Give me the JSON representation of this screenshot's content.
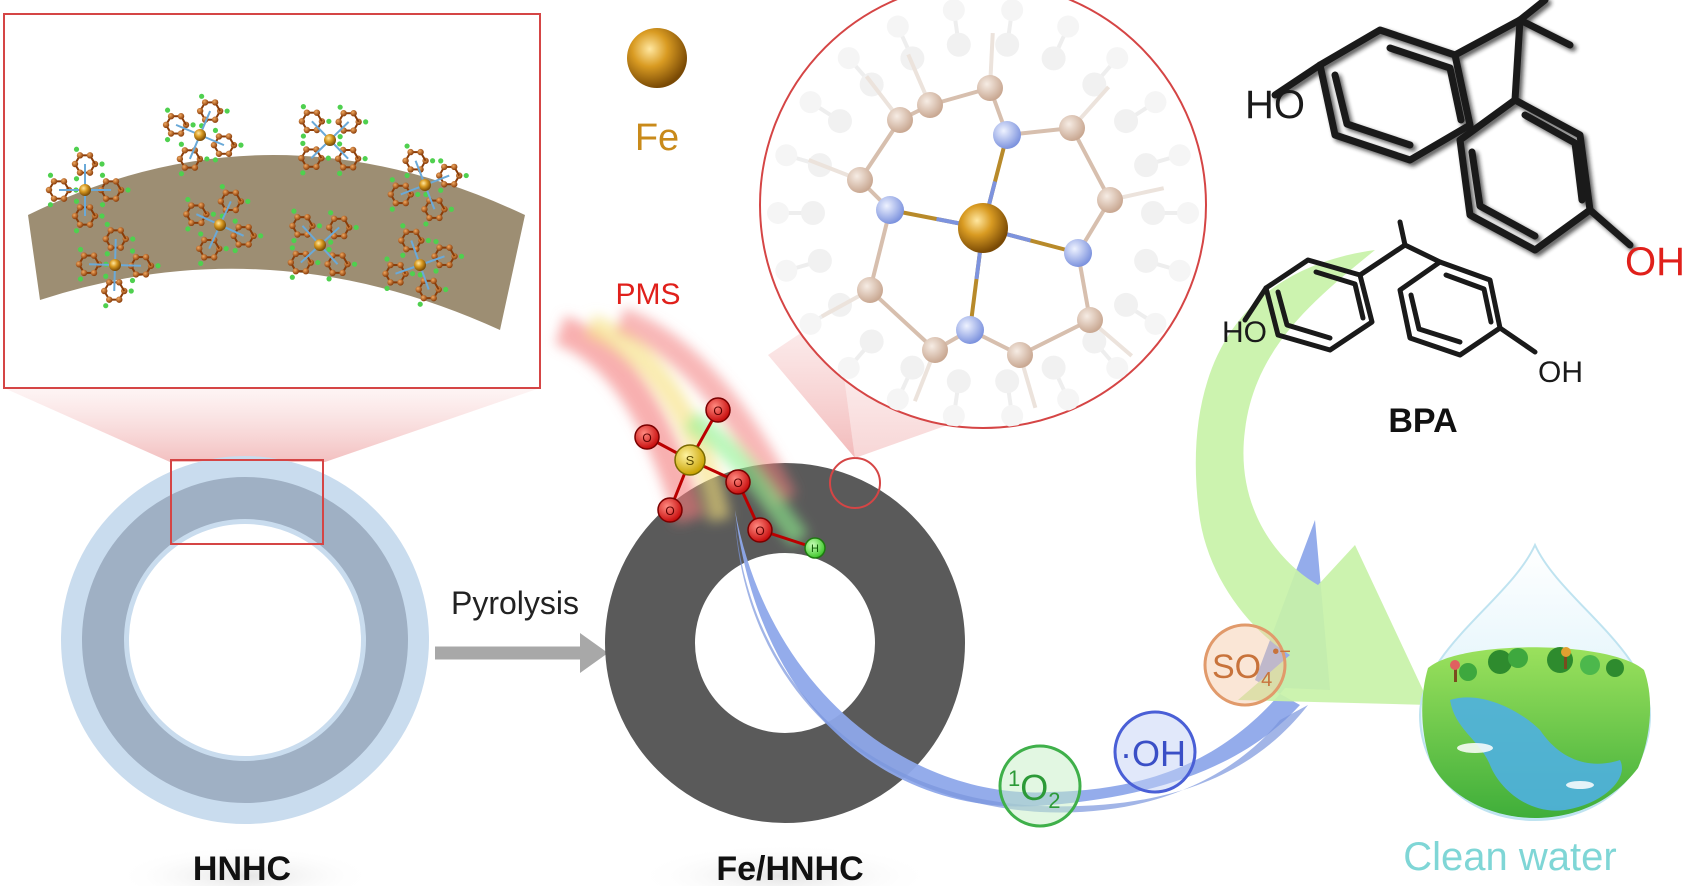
{
  "labels": {
    "fe": "Fe",
    "pms": "PMS",
    "pyrolysis": "Pyrolysis",
    "hnhc": "HNHC",
    "fe_hnhc": "Fe/HNHC",
    "bpa": "BPA",
    "clean_water": "Clean water"
  },
  "pms_atoms": {
    "o": "O",
    "s": "S",
    "h": "H"
  },
  "bpa_molecule": {
    "ho": "HO",
    "oh": "OH"
  },
  "species": {
    "sulfate": {
      "main": "SO",
      "sub": "4",
      "sup": "•−"
    },
    "hydroxyl": {
      "dot": "·",
      "main": "OH"
    },
    "singlet_oxygen": {
      "sup": "1",
      "main": "O",
      "sub": "2"
    }
  },
  "colors": {
    "fe_gold": "#c98a1a",
    "pms_red": "#e0201b",
    "clean_water": "#7fd6d6",
    "hnhc_light": "#c9dcee",
    "hnhc_dark": "#9fb0c4",
    "fe_hnhc_ring": "#5a5a5a",
    "flow_blue": "#8ea8ea",
    "flow_green": "#c8f2a8",
    "nitrogen": "#9db0ec",
    "carbon": "#d7b9a6",
    "callout_red": "#d53a3a"
  }
}
